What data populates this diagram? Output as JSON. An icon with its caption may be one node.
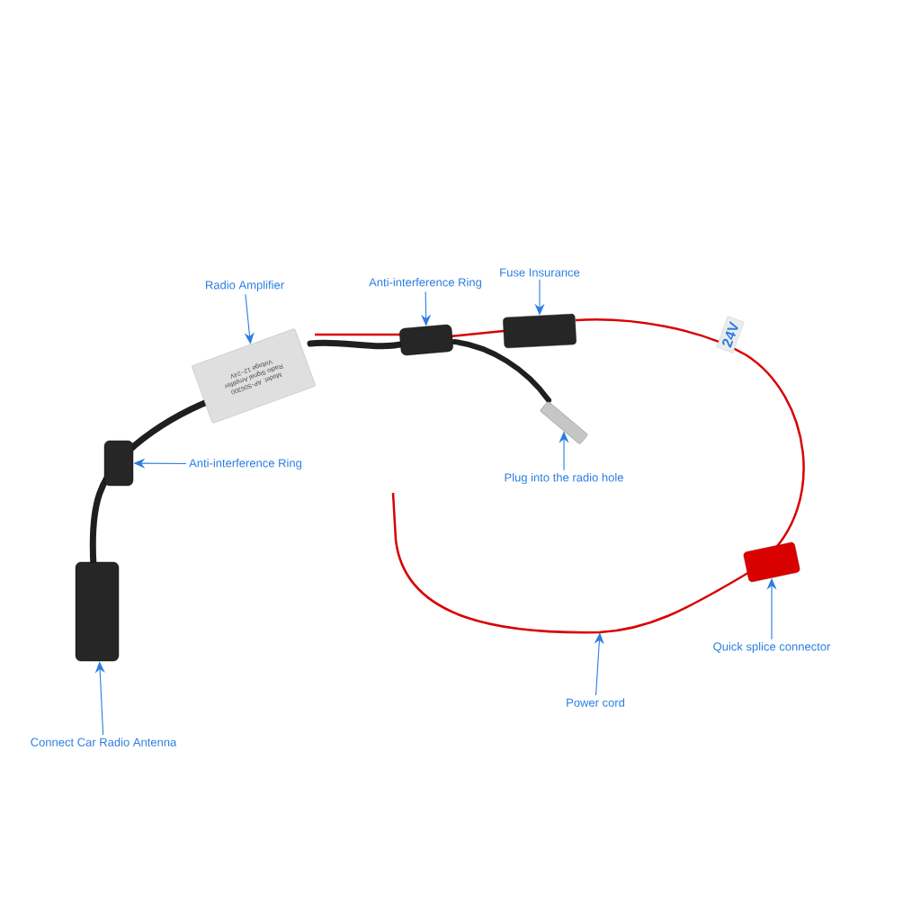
{
  "diagram": {
    "nodes": [
      {
        "text": [
          "Radio Amplifier"
        ]
      },
      {
        "text": [
          "Anti-interference Ring"
        ]
      },
      {
        "text": [
          "Fuse Insurance"
        ]
      },
      {
        "text": [
          "Anti-interference Ring"
        ]
      },
      {
        "text": [
          "Plug into the radio hole"
        ]
      },
      {
        "text": [
          "Connect Car Radio Antenna"
        ]
      },
      {
        "text": [
          "Quick splice connector"
        ]
      },
      {
        "text": [
          "Power cord"
        ]
      },
      {
        "text": [
          "Model: AP-S06300",
          "Radio Signal Amplifier",
          "Voltage 12~24V"
        ]
      },
      {
        "text": [],
        "shape": "cylinder"
      },
      {
        "text": [],
        "shape": "box"
      },
      {
        "text": [],
        "shape": "cylinder"
      },
      {
        "text": [],
        "shape": "picture"
      },
      {
        "text": [],
        "shape": "cylinder"
      },
      {
        "text": [],
        "shape": "box"
      }
    ],
    "edges": [
      {
        "from": 0,
        "to": 8,
        "arrow": "to"
      },
      {
        "from": 1,
        "to": 9,
        "arrow": "to"
      },
      {
        "from": 2,
        "to": 10,
        "arrow": "to"
      },
      {
        "from": 3,
        "to": 11,
        "arrow": "to"
      },
      {
        "from": 4,
        "to": 12,
        "arrow": "to"
      },
      {
        "from": 5,
        "to": 13,
        "arrow": "to"
      },
      {
        "from": 6,
        "to": 14,
        "arrow": "to"
      },
      {
        "from": 7,
        "to": null,
        "arrow": "to"
      }
    ],
    "labels": [
      "24V"
    ]
  }
}
